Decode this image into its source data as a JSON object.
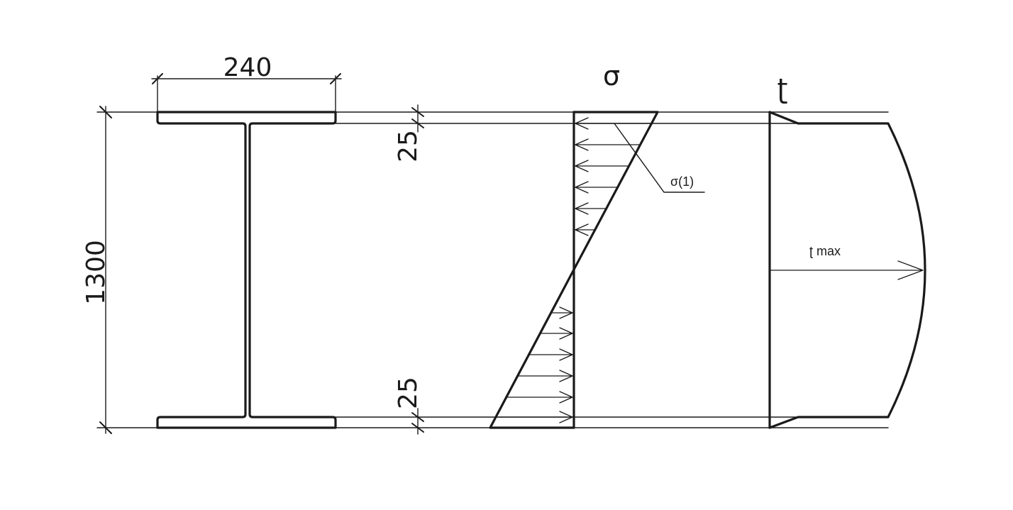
{
  "dimensions": {
    "flange_width": "240",
    "total_height": "1300",
    "top_flange_thickness": "25",
    "bottom_flange_thickness": "25"
  },
  "labels": {
    "sigma": "σ",
    "tau": "ʈ",
    "sigma_1": "σ(1)",
    "tau_max": "ʈ max"
  }
}
